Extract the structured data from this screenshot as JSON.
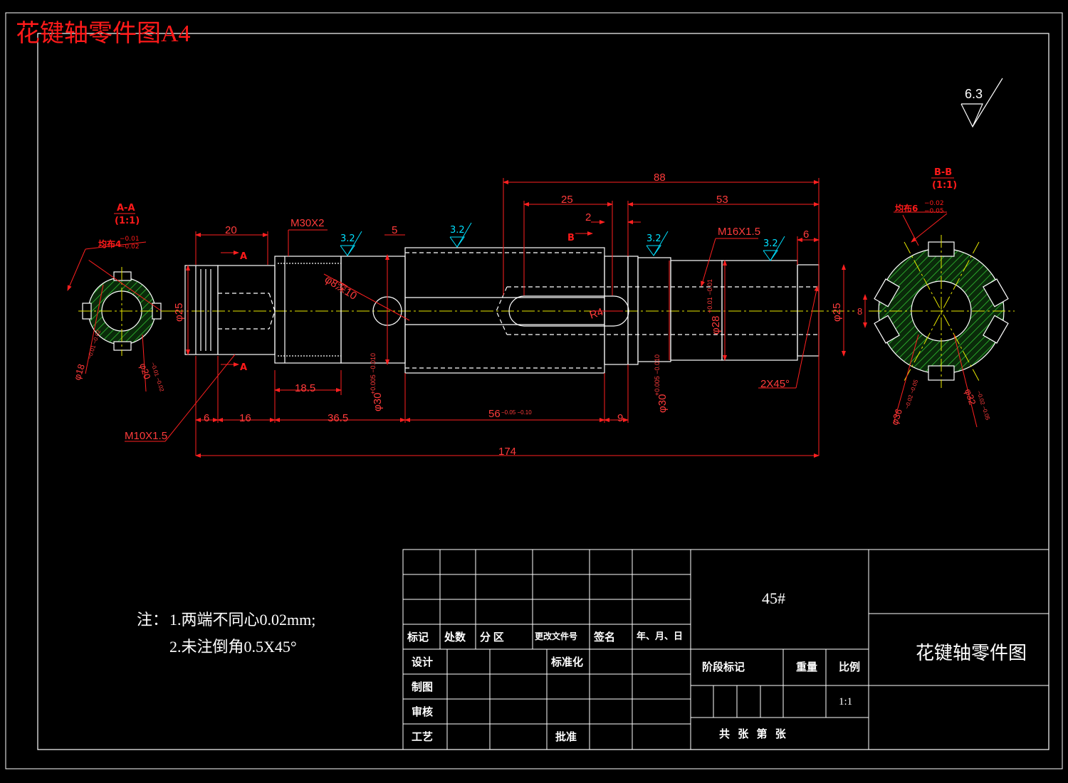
{
  "sheet_title": "花键轴零件图A4",
  "roughness": {
    "main": "6.3",
    "surface": "3.2"
  },
  "section_aa": {
    "label": "A-A",
    "scale": "(1:1)",
    "note_text": "均布4",
    "tol_up": "−0.01",
    "tol_dn": "−0.02",
    "d_inner": "φ18",
    "d_inner_tol": "−0.01 −0.02",
    "d_outer": "φ20",
    "d_outer_tol": "−0.01 −0.02"
  },
  "section_bb": {
    "label": "B-B",
    "scale": "(1:1)",
    "note_text": "均布6",
    "tol_up": "−0.02",
    "tol_dn": "−0.05",
    "d_outer": "φ36",
    "d_outer_tol": "−0.02 −0.05",
    "d_inner": "φ32",
    "d_inner_tol": "−0.02 −0.05",
    "key": "8"
  },
  "dims": {
    "d20": "20",
    "m30": "M30X2",
    "d5": "5",
    "d88": "88",
    "d25": "25",
    "d2": "2",
    "d53": "53",
    "m16": "M16X1.5",
    "d6r": "6",
    "phi25l": "φ25",
    "phi8": "φ8深10",
    "r4": "R4",
    "phi28": "φ28",
    "phi28_tol": "+0.01 −0.01",
    "phi25r": "φ25",
    "d185": "18.5",
    "phi30l": "φ30",
    "phi30l_tol": "+0.005 −0.010",
    "phi30r": "φ30",
    "phi30r_tol": "+0.005 −0.010",
    "chamfer": "2X45°",
    "d6": "6",
    "d16": "16",
    "d365": "36.5",
    "d56": "56",
    "d56_tol": "−0.05 −0.10",
    "d9": "9",
    "m10": "M10X1.5",
    "d174": "174",
    "sec_a": "A",
    "sec_b": "B"
  },
  "notes": {
    "prefix": "注：",
    "line1": "1.两端不同心0.02mm;",
    "line2": "2.未注倒角0.5X45°"
  },
  "title_block": {
    "material": "45#",
    "part_name": "花键轴零件图",
    "headers": [
      "标记",
      "处数",
      "分  区",
      "更改文件号",
      "签名",
      "年、月、日"
    ],
    "design": "设计",
    "drawing": "制图",
    "check": "审核",
    "process": "工艺",
    "standard": "标准化",
    "approve": "批准",
    "stage": "阶段标记",
    "weight": "重量",
    "scale_lbl": "比例",
    "scale_val": "1:1",
    "sheets": "共   张   第   张"
  }
}
